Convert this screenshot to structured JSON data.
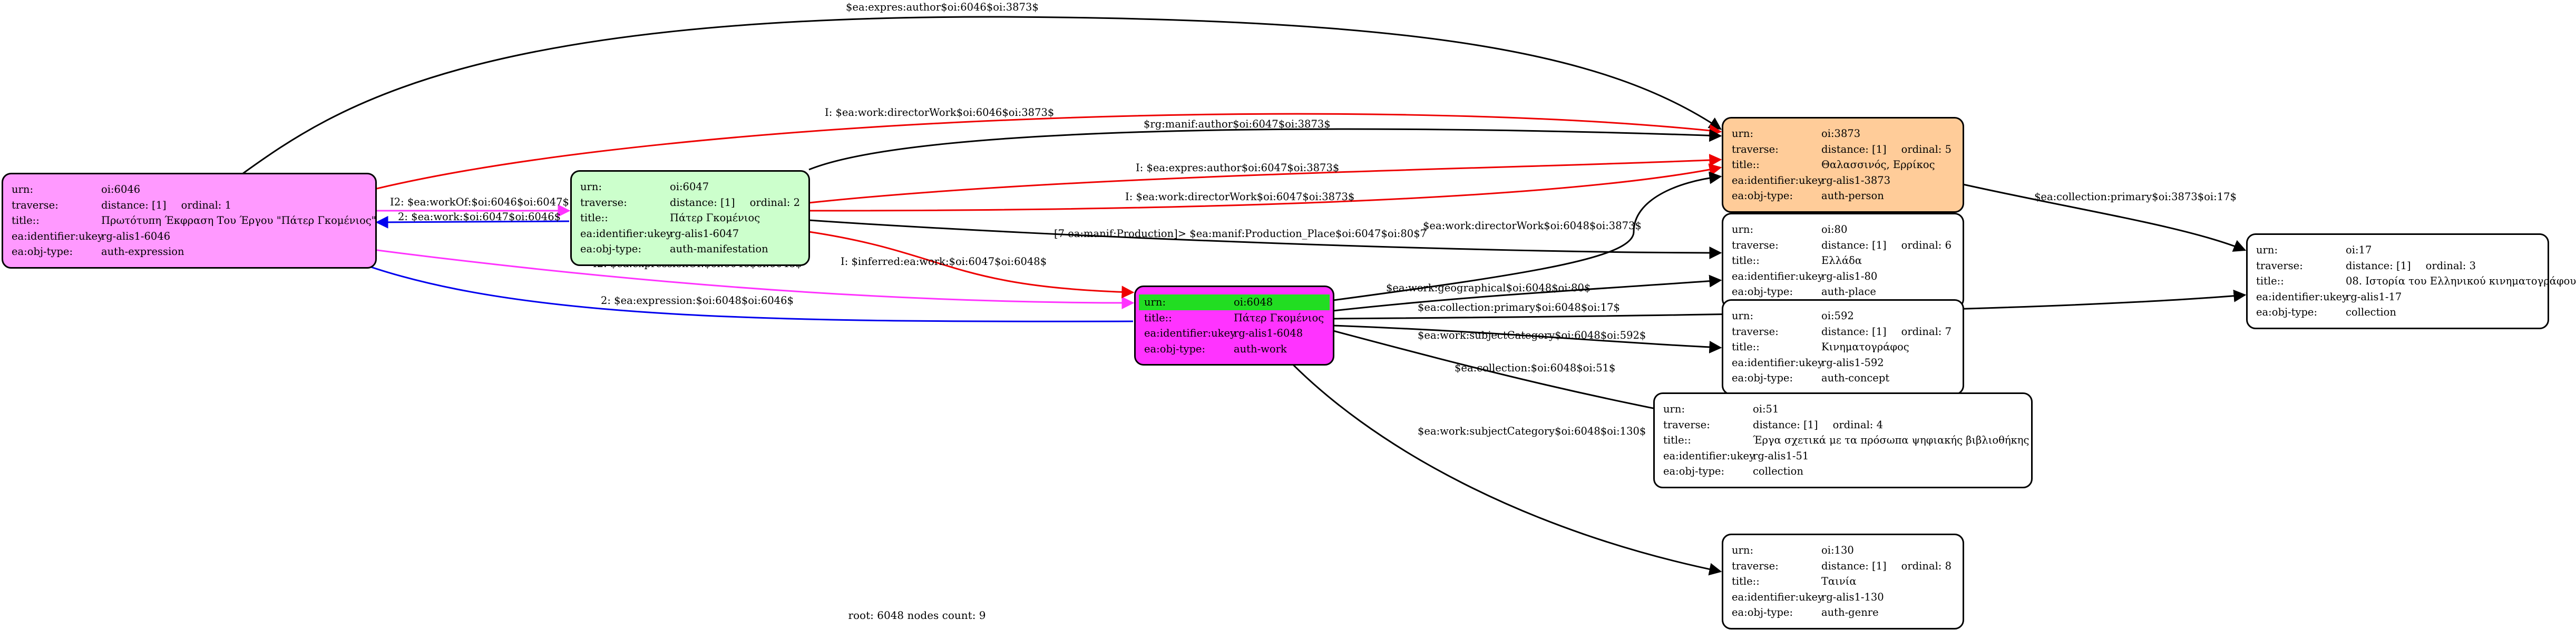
{
  "colors": {
    "expression": "#ff99ff",
    "manifestation": "#ccffcc",
    "person": "#ffcc99",
    "work": "#ff33ff",
    "work_header": "#22dd22",
    "default": "#ffffff",
    "edge_red": "#ee0000",
    "edge_magenta": "#ff33ff",
    "edge_blue": "#0000ee",
    "edge_black": "#000000"
  },
  "nodes": {
    "n6046": {
      "urn_k": "urn:",
      "urn_v": "oi:6046",
      "traverse_k": "traverse:",
      "distance": "distance: [1]",
      "ordinal": "ordinal: 1",
      "title_k": "title::",
      "title_v": "Πρωτότυπη Έκφραση Του Έργου \"Πάτερ Γκομένιος\"",
      "ident_k": "ea:identifier:ukey",
      "ident_v": "rg-alis1-6046",
      "type_k": "ea:obj-type:",
      "type_v": "auth-expression"
    },
    "n6047": {
      "urn_k": "urn:",
      "urn_v": "oi:6047",
      "traverse_k": "traverse:",
      "distance": "distance: [1]",
      "ordinal": "ordinal: 2",
      "title_k": "title::",
      "title_v": "Πάτερ Γκομένιος",
      "ident_k": "ea:identifier:ukey",
      "ident_v": "rg-alis1-6047",
      "type_k": "ea:obj-type:",
      "type_v": "auth-manifestation"
    },
    "n6048": {
      "urn_k": "urn:",
      "urn_v": "oi:6048",
      "title_k": "title::",
      "title_v": "Πάτερ Γκομένιος",
      "ident_k": "ea:identifier:ukey",
      "ident_v": "rg-alis1-6048",
      "type_k": "ea:obj-type:",
      "type_v": "auth-work"
    },
    "n3873": {
      "urn_k": "urn:",
      "urn_v": "oi:3873",
      "traverse_k": "traverse:",
      "distance": "distance: [1]",
      "ordinal": "ordinal: 5",
      "title_k": "title::",
      "title_v": "Θαλασσινός, Ερρίκος",
      "ident_k": "ea:identifier:ukey",
      "ident_v": "rg-alis1-3873",
      "type_k": "ea:obj-type:",
      "type_v": "auth-person"
    },
    "n80": {
      "urn_k": "urn:",
      "urn_v": "oi:80",
      "traverse_k": "traverse:",
      "distance": "distance: [1]",
      "ordinal": "ordinal: 6",
      "title_k": "title::",
      "title_v": "Ελλάδα",
      "ident_k": "ea:identifier:ukey",
      "ident_v": "rg-alis1-80",
      "type_k": "ea:obj-type:",
      "type_v": "auth-place"
    },
    "n17": {
      "urn_k": "urn:",
      "urn_v": "oi:17",
      "traverse_k": "traverse:",
      "distance": "distance: [1]",
      "ordinal": "ordinal: 3",
      "title_k": "title::",
      "title_v": "08. Ιστορία του Ελληνικού κινηματογράφου",
      "ident_k": "ea:identifier:ukey",
      "ident_v": "rg-alis1-17",
      "type_k": "ea:obj-type:",
      "type_v": "collection"
    },
    "n592": {
      "urn_k": "urn:",
      "urn_v": "oi:592",
      "traverse_k": "traverse:",
      "distance": "distance: [1]",
      "ordinal": "ordinal: 7",
      "title_k": "title::",
      "title_v": "Κινηματογράφος",
      "ident_k": "ea:identifier:ukey",
      "ident_v": "rg-alis1-592",
      "type_k": "ea:obj-type:",
      "type_v": "auth-concept"
    },
    "n51": {
      "urn_k": "urn:",
      "urn_v": "oi:51",
      "traverse_k": "traverse:",
      "distance": "distance: [1]",
      "ordinal": "ordinal: 4",
      "title_k": "title::",
      "title_v": "Έργα σχετικά με τα πρόσωπα ψηφιακής βιβλιοθήκης",
      "ident_k": "ea:identifier:ukey",
      "ident_v": "rg-alis1-51",
      "type_k": "ea:obj-type:",
      "type_v": "collection"
    },
    "n130": {
      "urn_k": "urn:",
      "urn_v": "oi:130",
      "traverse_k": "traverse:",
      "distance": "distance: [1]",
      "ordinal": "ordinal: 8",
      "title_k": "title::",
      "title_v": "Ταινία",
      "ident_k": "ea:identifier:ukey",
      "ident_v": "rg-alis1-130",
      "type_k": "ea:obj-type:",
      "type_v": "auth-genre"
    }
  },
  "edges": [
    {
      "label": "$ea:expres:author$oi:6046$oi:3873$",
      "color": "#000000"
    },
    {
      "label": "I: $ea:work:directorWork$oi:6046$oi:3873$",
      "color": "#ee0000"
    },
    {
      "label": "$rg:manif:author$oi:6047$oi:3873$",
      "color": "#000000"
    },
    {
      "label": "I: $ea:expres:author$oi:6047$oi:3873$",
      "color": "#ee0000"
    },
    {
      "label": "I: $ea:work:directorWork$oi:6047$oi:3873$",
      "color": "#ee0000"
    },
    {
      "label": "[7 ea:manif:Production]> $ea:manif:Production_Place$oi:6047$oi:80$7",
      "color": "#000000"
    },
    {
      "label": "I2: $ea:workOf:$oi:6046$oi:6047$",
      "color": "#ff33ff"
    },
    {
      "label": "2: $ea:work:$oi:6047$oi:6046$",
      "color": "#0000ee"
    },
    {
      "label": "I2: $ea:expressionOf:$oi:6046$oi:6048$",
      "color": "#ff33ff"
    },
    {
      "label": "2: $ea:expression:$oi:6048$oi:6046$",
      "color": "#0000ee"
    },
    {
      "label": "I: $inferred:ea:work:$oi:6047$oi:6048$",
      "color": "#ee0000"
    },
    {
      "label": "$ea:work:directorWork$oi:6048$oi:3873$",
      "color": "#000000"
    },
    {
      "label": "$ea:collection:primary$oi:3873$oi:17$",
      "color": "#000000"
    },
    {
      "label": "$ea:work:geographical$oi:6048$oi:80$",
      "color": "#000000"
    },
    {
      "label": "$ea:collection:primary$oi:6048$oi:17$",
      "color": "#000000"
    },
    {
      "label": "$ea:work:subjectCategory$oi:6048$oi:592$",
      "color": "#000000"
    },
    {
      "label": "$ea:collection:$oi:6048$oi:51$",
      "color": "#000000"
    },
    {
      "label": "$ea:work:subjectCategory$oi:6048$oi:130$",
      "color": "#000000"
    }
  ],
  "caption": "root: 6048 nodes count: 9"
}
